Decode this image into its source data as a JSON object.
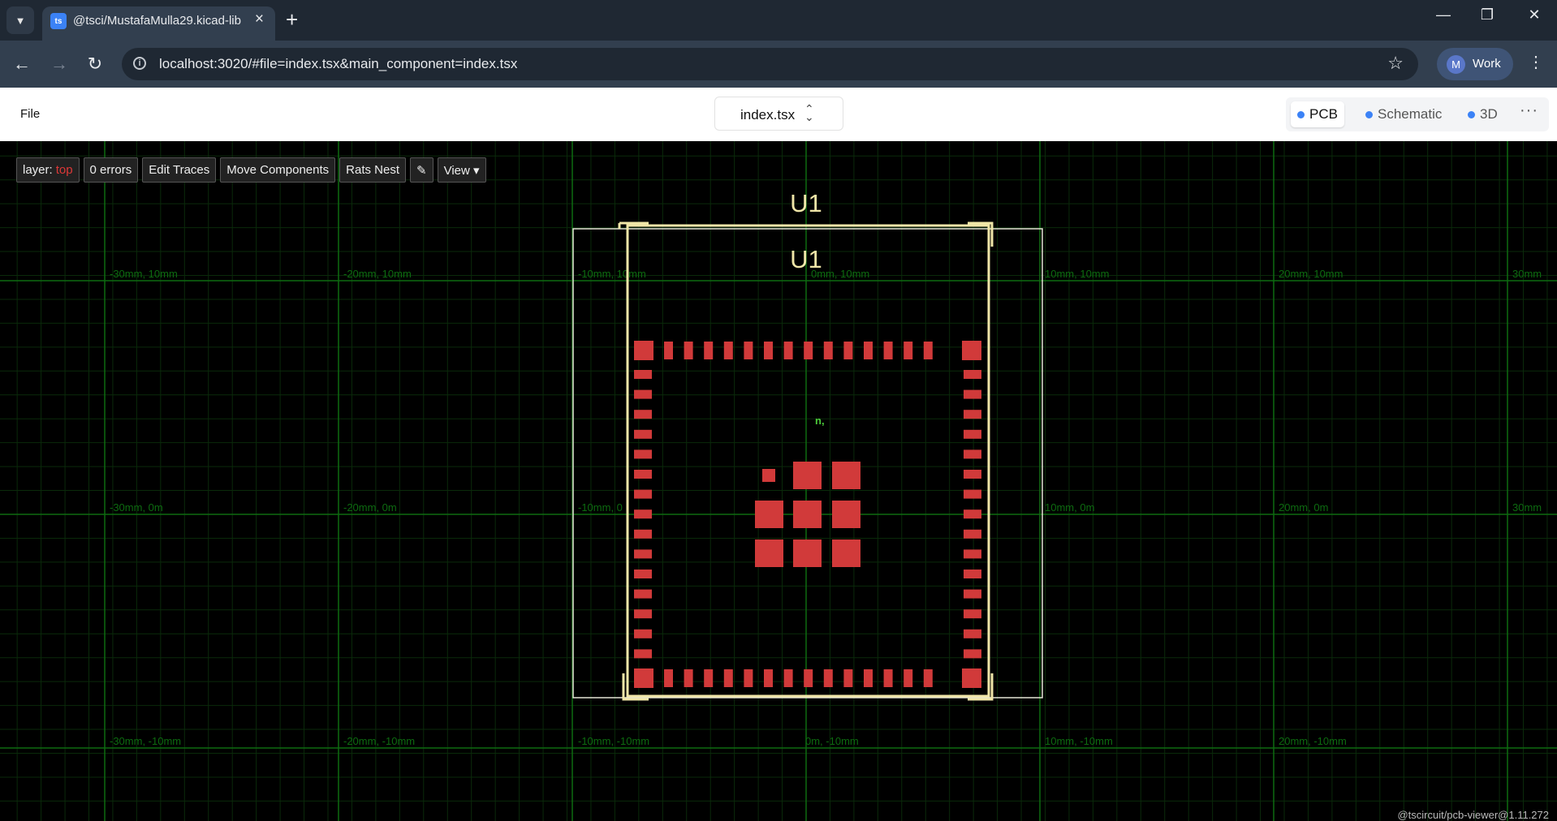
{
  "browser": {
    "tab_title": "@tsci/MustafaMulla29.kicad-lib",
    "favicon_text": "ts",
    "url": "localhost:3020/#file=index.tsx&main_component=index.tsx",
    "profile_initial": "M",
    "profile_name": "Work"
  },
  "app": {
    "file_menu": "File",
    "current_file": "index.tsx",
    "view_tabs": [
      {
        "label": "PCB",
        "active": true
      },
      {
        "label": "Schematic",
        "active": false
      },
      {
        "label": "3D",
        "active": false
      }
    ],
    "more_label": "···"
  },
  "pcb_toolbar": {
    "layer_label": "layer:",
    "layer_value": "top",
    "errors": "0 errors",
    "edit_traces": "Edit Traces",
    "move_components": "Move Components",
    "rats_nest": "Rats Nest",
    "measure_icon": "✎",
    "view": "View ▾"
  },
  "pcb": {
    "silkscreen_ref_outer": "U1",
    "silkscreen_ref_inner": "U1",
    "center_label": "n,",
    "grid_labels": [
      "-30mm, 10mm",
      "-20mm, 10mm",
      "-10mm, 10mm",
      "0mm, 10mm",
      "10mm, 10mm",
      "20mm, 10mm",
      "30mm",
      "-30mm, 0m",
      "-20mm, 0m",
      "-10mm, 0",
      "10mm, 0m",
      "20mm, 0m",
      "30mm",
      "-30mm, -10mm",
      "-20mm, -10mm",
      "-10mm, -10mm",
      "0m, -10mm",
      "10mm, -10mm",
      "20mm, -10mm"
    ],
    "colors": {
      "pad": "#d13a3a",
      "silkscreen": "#f0e6a8",
      "board": "#e6e6d6",
      "grid_major": "#0d6b10",
      "grid_minor": "#0a2a0a"
    }
  },
  "footer": {
    "version": "@tscircuit/pcb-viewer@1.11.272"
  }
}
